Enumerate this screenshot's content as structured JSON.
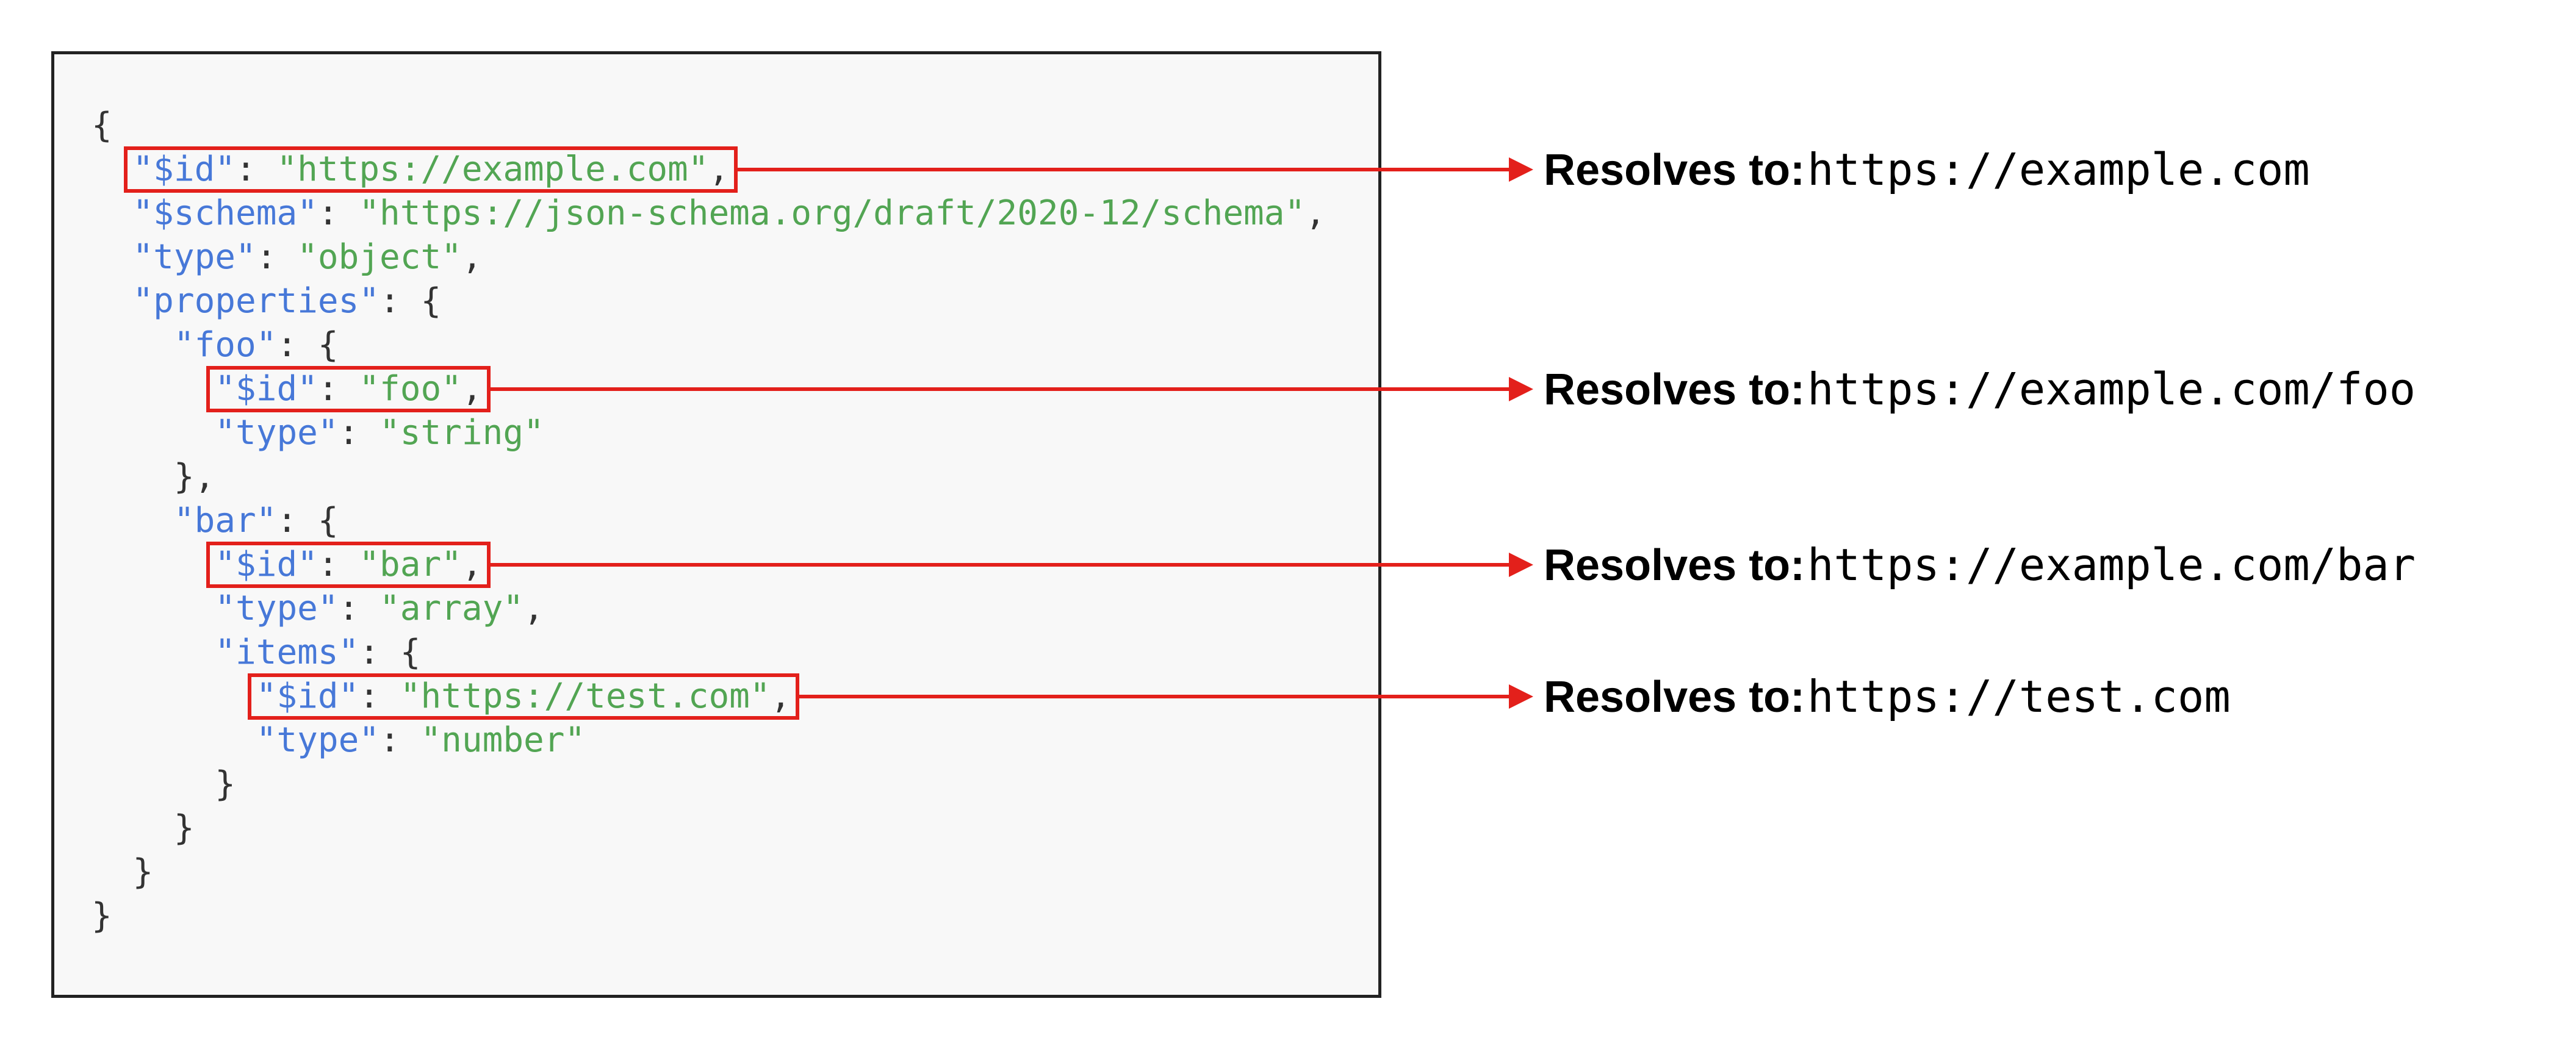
{
  "code_lines": [
    {
      "indent": "",
      "tokens": [
        {
          "t": "p",
          "v": "{"
        }
      ]
    },
    {
      "indent": "  ",
      "tokens": [
        {
          "t": "k",
          "v": "\"$id\""
        },
        {
          "t": "p",
          "v": ": "
        },
        {
          "t": "s",
          "v": "\"https://example.com\""
        },
        {
          "t": "p",
          "v": ","
        }
      ]
    },
    {
      "indent": "  ",
      "tokens": [
        {
          "t": "k",
          "v": "\"$schema\""
        },
        {
          "t": "p",
          "v": ": "
        },
        {
          "t": "s",
          "v": "\"https://json-schema.org/draft/2020-12/schema\""
        },
        {
          "t": "p",
          "v": ","
        }
      ]
    },
    {
      "indent": "  ",
      "tokens": [
        {
          "t": "k",
          "v": "\"type\""
        },
        {
          "t": "p",
          "v": ": "
        },
        {
          "t": "s",
          "v": "\"object\""
        },
        {
          "t": "p",
          "v": ","
        }
      ]
    },
    {
      "indent": "  ",
      "tokens": [
        {
          "t": "k",
          "v": "\"properties\""
        },
        {
          "t": "p",
          "v": ": {"
        }
      ]
    },
    {
      "indent": "    ",
      "tokens": [
        {
          "t": "k",
          "v": "\"foo\""
        },
        {
          "t": "p",
          "v": ": {"
        }
      ]
    },
    {
      "indent": "      ",
      "tokens": [
        {
          "t": "k",
          "v": "\"$id\""
        },
        {
          "t": "p",
          "v": ": "
        },
        {
          "t": "s",
          "v": "\"foo\""
        },
        {
          "t": "p",
          "v": ","
        }
      ]
    },
    {
      "indent": "      ",
      "tokens": [
        {
          "t": "k",
          "v": "\"type\""
        },
        {
          "t": "p",
          "v": ": "
        },
        {
          "t": "s",
          "v": "\"string\""
        }
      ]
    },
    {
      "indent": "    ",
      "tokens": [
        {
          "t": "p",
          "v": "},"
        }
      ]
    },
    {
      "indent": "    ",
      "tokens": [
        {
          "t": "k",
          "v": "\"bar\""
        },
        {
          "t": "p",
          "v": ": {"
        }
      ]
    },
    {
      "indent": "      ",
      "tokens": [
        {
          "t": "k",
          "v": "\"$id\""
        },
        {
          "t": "p",
          "v": ": "
        },
        {
          "t": "s",
          "v": "\"bar\""
        },
        {
          "t": "p",
          "v": ","
        }
      ]
    },
    {
      "indent": "      ",
      "tokens": [
        {
          "t": "k",
          "v": "\"type\""
        },
        {
          "t": "p",
          "v": ": "
        },
        {
          "t": "s",
          "v": "\"array\""
        },
        {
          "t": "p",
          "v": ","
        }
      ]
    },
    {
      "indent": "      ",
      "tokens": [
        {
          "t": "k",
          "v": "\"items\""
        },
        {
          "t": "p",
          "v": ": {"
        }
      ]
    },
    {
      "indent": "        ",
      "tokens": [
        {
          "t": "k",
          "v": "\"$id\""
        },
        {
          "t": "p",
          "v": ": "
        },
        {
          "t": "s",
          "v": "\"https://test.com\""
        },
        {
          "t": "p",
          "v": ","
        }
      ]
    },
    {
      "indent": "        ",
      "tokens": [
        {
          "t": "k",
          "v": "\"type\""
        },
        {
          "t": "p",
          "v": ": "
        },
        {
          "t": "s",
          "v": "\"number\""
        }
      ]
    },
    {
      "indent": "      ",
      "tokens": [
        {
          "t": "p",
          "v": "}"
        }
      ]
    },
    {
      "indent": "    ",
      "tokens": [
        {
          "t": "p",
          "v": "}"
        }
      ]
    },
    {
      "indent": "  ",
      "tokens": [
        {
          "t": "p",
          "v": "}"
        }
      ]
    },
    {
      "indent": "",
      "tokens": [
        {
          "t": "p",
          "v": "}"
        }
      ]
    }
  ],
  "annotations": [
    {
      "line": 1,
      "label": "Resolves to:",
      "url": "https://example.com"
    },
    {
      "line": 6,
      "label": "Resolves to:",
      "url": "https://example.com/foo"
    },
    {
      "line": 10,
      "label": "Resolves to:",
      "url": "https://example.com/bar"
    },
    {
      "line": 13,
      "label": "Resolves to:",
      "url": "https://test.com"
    }
  ],
  "colors": {
    "key": "#4778d8",
    "string": "#52a553",
    "punctuation": "#333333",
    "highlight": "#e3201b",
    "panel_bg": "#f8f8f8",
    "panel_border": "#222222"
  }
}
